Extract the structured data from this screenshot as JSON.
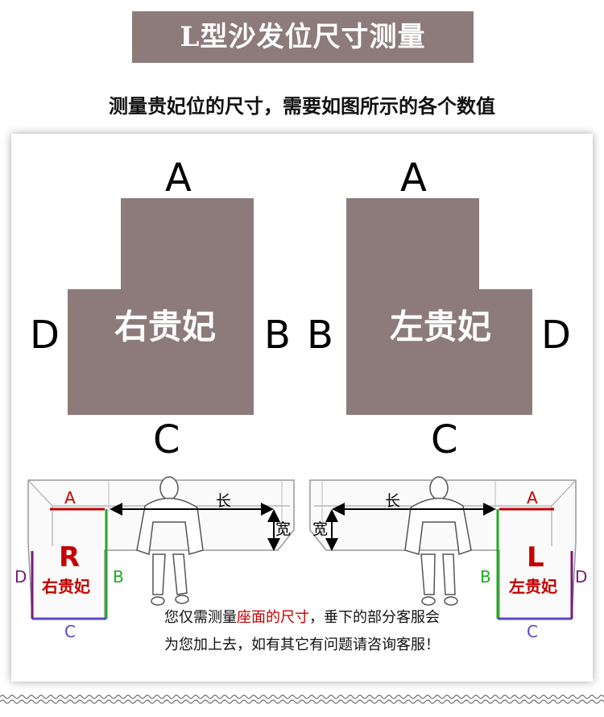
{
  "title": "L型沙发位尺寸测量",
  "subtitle": "测量贵妃位的尺寸，需要如图所示的各个数值",
  "right_diagram": {
    "label": "右贵妃",
    "top": "A",
    "left": "D",
    "right": "B",
    "bottom": "C"
  },
  "left_diagram": {
    "label": "左贵妃",
    "top": "A",
    "left": "B",
    "right": "D",
    "bottom": "C"
  },
  "right_sofa": {
    "letter": "R",
    "name": "右贵妃",
    "a": "A",
    "b": "B",
    "c": "C",
    "d": "D",
    "length": "长",
    "width": "宽"
  },
  "left_sofa": {
    "letter": "L",
    "name": "左贵妃",
    "a": "A",
    "b": "B",
    "c": "C",
    "d": "D",
    "length": "长",
    "width": "宽"
  },
  "note": {
    "line1_pre": "您仅需测量",
    "line1_highlight": "座面的尺寸",
    "line1_post": "，垂下的部分客服会",
    "line2": "为您加上去，如有其它有问题请咨询客服！"
  },
  "colors": {
    "block": "#8d7b7b",
    "a_line": "#c40000",
    "b_line": "#22aa22",
    "c_line": "#5a48c8",
    "d_line": "#7a1a7a"
  }
}
